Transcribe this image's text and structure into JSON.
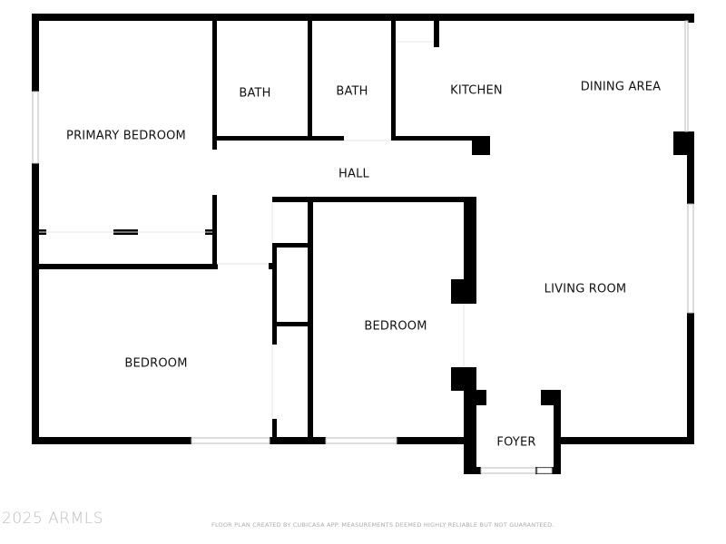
{
  "floor_plan": {
    "rooms": {
      "primary_bedroom": "PRIMARY BEDROOM",
      "bath_1": "BATH",
      "bath_2": "BATH",
      "kitchen": "KITCHEN",
      "dining_area": "DINING AREA",
      "hall": "HALL",
      "living_room": "LIVING ROOM",
      "bedroom_1": "BEDROOM",
      "bedroom_2": "BEDROOM",
      "foyer": "FOYER"
    },
    "wall_color": "#000000",
    "window_color": "#cccccc"
  },
  "watermark": "2025 ARMLS",
  "footer_note": "FLOOR PLAN CREATED BY CUBICASA APP. MEASUREMENTS DEEMED HIGHLY RELIABLE BUT NOT GUARANTEED."
}
